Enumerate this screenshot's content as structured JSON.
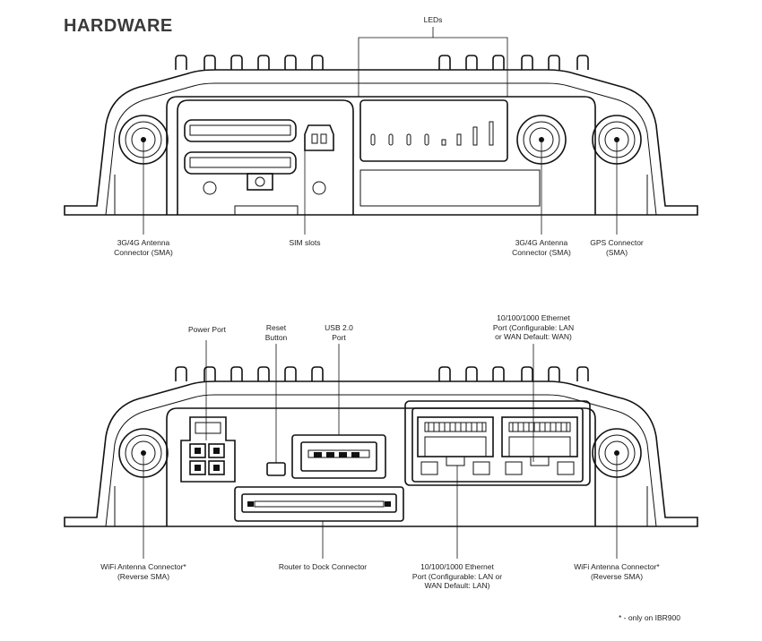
{
  "title": "HARDWARE",
  "top_view": {
    "leds_label": "LEDs",
    "antenna_left_label": "3G/4G Antenna\nConnector (SMA)",
    "sim_slots_label": "SIM slots",
    "antenna_right_label": "3G/4G Antenna\nConnector (SMA)",
    "gps_label": "GPS Connector\n(SMA)"
  },
  "bottom_view": {
    "power_port_label": "Power Port",
    "reset_button_label": "Reset\nButton",
    "usb_label": "USB 2.0\nPort",
    "ethernet_top_label": "10/100/1000 Ethernet\nPort (Configurable: LAN\nor WAN Default: WAN)",
    "wifi_left_label": "WiFi Antenna Connector*\n(Reverse SMA)",
    "dock_label": "Router to Dock Connector",
    "ethernet_bottom_label": "10/100/1000 Ethernet\nPort (Configurable: LAN or\nWAN Default: LAN)",
    "wifi_right_label": "WiFi Antenna Connector*\n(Reverse SMA)"
  },
  "footnote": "* - only on IBR900"
}
